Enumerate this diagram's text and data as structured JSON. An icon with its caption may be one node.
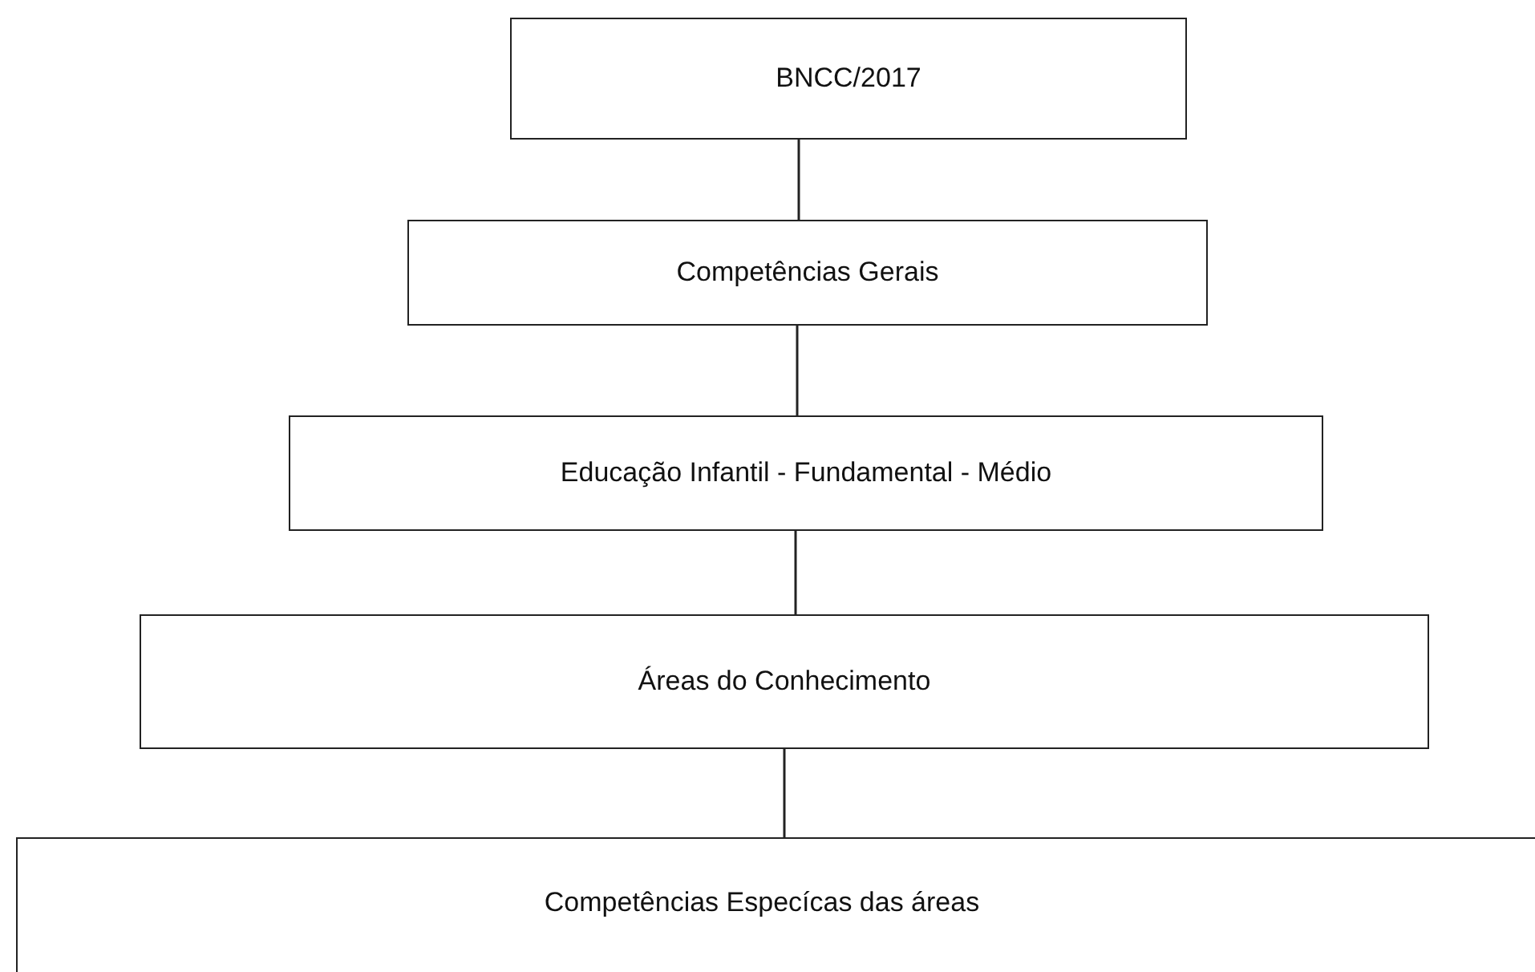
{
  "diagram": {
    "nodes": [
      {
        "text": [
          "BNCC/2017"
        ]
      },
      {
        "text": [
          "Competências Gerais"
        ]
      },
      {
        "text": [
          "Educação Infantil - Fundamental - Médio"
        ]
      },
      {
        "text": [
          "Áreas do Conhecimento"
        ]
      },
      {
        "text": [
          "Competências Especícas das áreas"
        ]
      }
    ],
    "edges": [
      {
        "from": 0,
        "to": 1,
        "arrow": "none"
      },
      {
        "from": 1,
        "to": 2,
        "arrow": "none"
      },
      {
        "from": 2,
        "to": 3,
        "arrow": "none"
      },
      {
        "from": 3,
        "to": 4,
        "arrow": "none"
      }
    ]
  }
}
